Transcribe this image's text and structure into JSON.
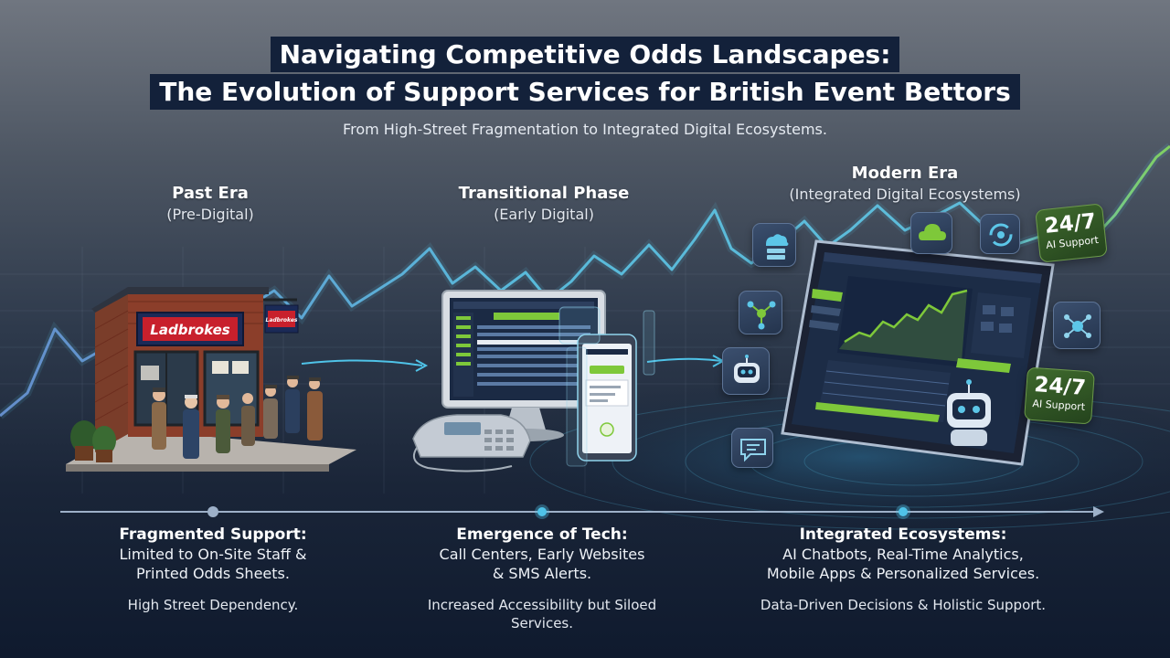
{
  "header": {
    "title_line1": "Navigating Competitive Odds Landscapes:",
    "title_line2": "The Evolution of Support Services for British Event Bettors",
    "subtitle": "From High-Street Fragmentation to Integrated Digital Ecosystems."
  },
  "eras": [
    {
      "name": "Past Era",
      "sub": "(Pre-Digital)"
    },
    {
      "name": "Transitional Phase",
      "sub": "(Early Digital)"
    },
    {
      "name": "Modern Era",
      "sub": "(Integrated Digital Ecosystems)"
    }
  ],
  "shop": {
    "sign_main": "Ladbrokes",
    "sign_hanging": "Ladbrokes"
  },
  "badges": [
    {
      "big": "24/7",
      "small": "AI Support"
    },
    {
      "big": "24/7",
      "small": "AI Support"
    }
  ],
  "stages": [
    {
      "heading": "Fragmented Support:",
      "description": "Limited to On-Site Staff & Printed Odds Sheets.",
      "note": "High Street Dependency."
    },
    {
      "heading": "Emergence of Tech:",
      "description": "Call Centers, Early Websites & SMS Alerts.",
      "note": "Increased Accessibility but Siloed Services."
    },
    {
      "heading": "Integrated Ecosystems:",
      "description": "AI Chatbots, Real-Time Analytics, Mobile Apps & Personalized Services.",
      "note": "Data-Driven Decisions & Holistic Support."
    }
  ],
  "colors": {
    "accent_green": "#7ec83a",
    "glow_blue": "#4fc3e8",
    "title_bg": "#13213a",
    "brand_red": "#c8202c"
  },
  "icons": [
    "cloud-server-icon",
    "cloud-icon",
    "sync-icon",
    "network-nodes-icon",
    "robot-icon",
    "hub-icon",
    "chat-bubble-icon"
  ]
}
